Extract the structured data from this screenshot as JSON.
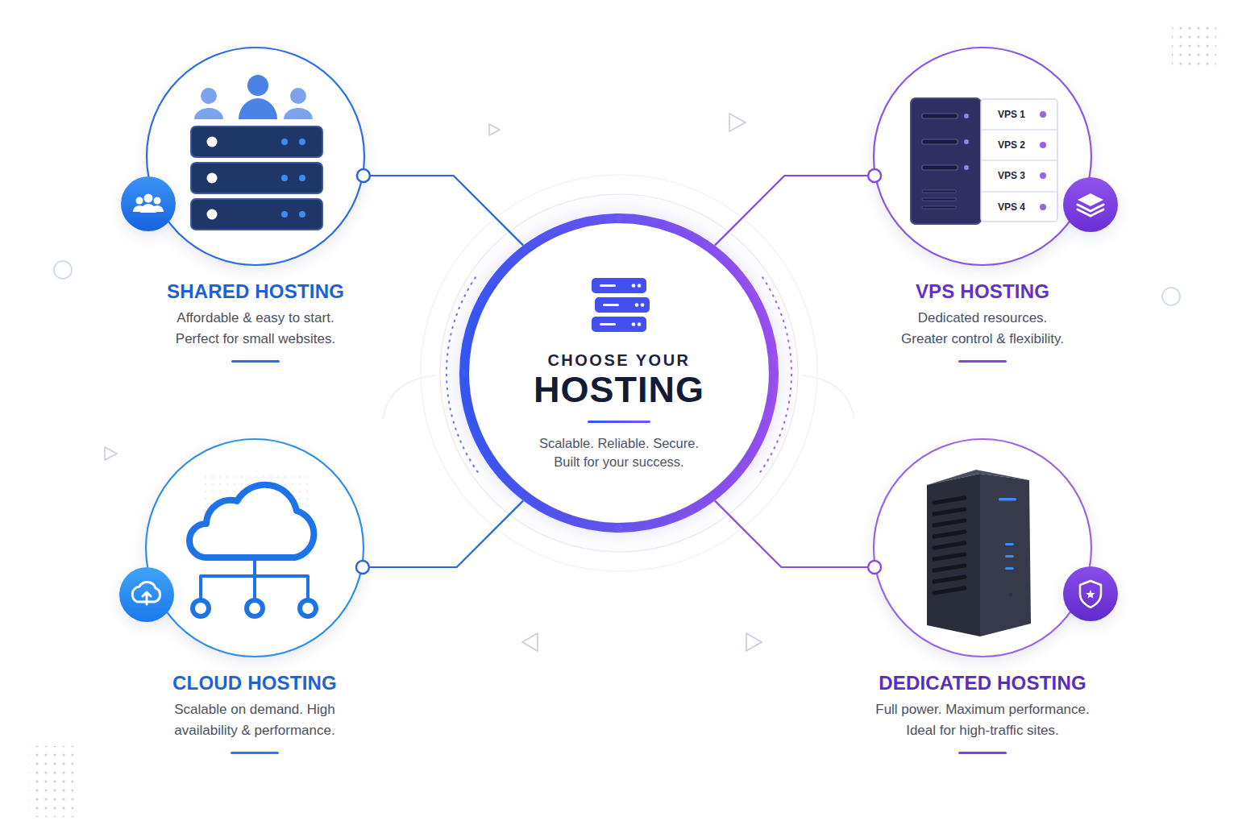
{
  "diagram": {
    "nodes": [
      {
        "text": [
          "SHARED HOSTING",
          "Affordable & easy to start. Perfect for small websites."
        ]
      },
      {
        "text": [
          "VPS HOSTING",
          "Dedicated resources. Greater control & flexibility."
        ]
      },
      {
        "text": [
          "CHOOSE YOUR",
          "HOSTING",
          "Scalable. Reliable. Secure. Built for your success."
        ]
      },
      {
        "text": [
          "CLOUD HOSTING",
          "Scalable on demand. High availability & performance."
        ]
      },
      {
        "text": [
          "DEDICATED HOSTING",
          "Full power. Maximum performance. Ideal for high-traffic sites."
        ]
      }
    ],
    "edges": [
      {
        "from": 2,
        "to": 0,
        "arrow": "none"
      },
      {
        "from": 2,
        "to": 1,
        "arrow": "none"
      },
      {
        "from": 2,
        "to": 3,
        "arrow": "none"
      },
      {
        "from": 2,
        "to": 4,
        "arrow": "none"
      }
    ],
    "labels": [
      "VPS 1",
      "VPS 2",
      "VPS 3",
      "VPS 4"
    ]
  }
}
